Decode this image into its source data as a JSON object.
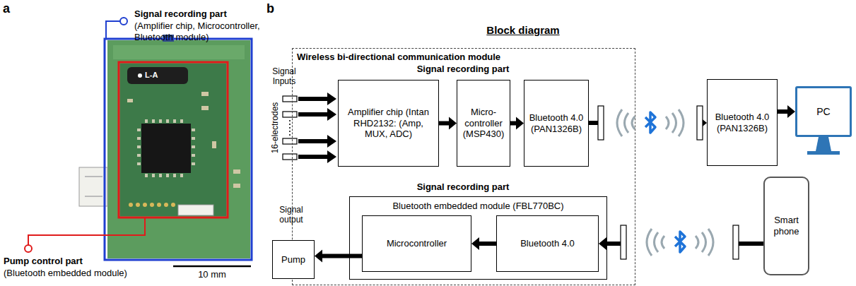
{
  "diagram": {
    "title": "Block diagram",
    "nodes": [
      {
        "text": [
          "Wireless bi-directional communication module"
        ]
      },
      {
        "text": [
          "Amplifier chip (Intan RHD2132: (Amp, MUX, ADC)"
        ],
        "in": 0
      },
      {
        "text": [
          "Micro-controller (MSP430)"
        ],
        "in": 0
      },
      {
        "text": [
          "Bluetooth 4.0 (PAN1326B)"
        ],
        "in": 0
      },
      {
        "text": [
          "Bluetooth 4.0 (PAN1326B)"
        ]
      },
      {
        "text": [
          "PC"
        ]
      },
      {
        "text": [
          "Bluetooth embedded module (FBL770BC)"
        ],
        "in": 0
      },
      {
        "text": [
          "Microcontroller"
        ],
        "in": 6
      },
      {
        "text": [
          "Bluetooth 4.0"
        ],
        "in": 6
      },
      {
        "text": [
          "Smart phone"
        ]
      },
      {
        "text": [
          "Pump"
        ]
      }
    ],
    "edges": [
      {
        "from": 1,
        "to": 2,
        "arrow": "to"
      },
      {
        "from": 2,
        "to": 3,
        "arrow": "to"
      },
      {
        "from": 3,
        "to": 4,
        "arrow": "to"
      },
      {
        "from": 4,
        "to": 5,
        "arrow": "to"
      },
      {
        "from": 9,
        "to": 8,
        "arrow": "to"
      },
      {
        "from": 8,
        "to": 7,
        "arrow": "to"
      },
      {
        "from": 7,
        "to": 10,
        "arrow": "to"
      }
    ],
    "labels": [
      "a",
      "Signal recording part",
      "(Amplifier chip, Microcontroller, Bluetooth module)",
      "L-A",
      "Pump control part",
      "(Bluetooth embedded module)",
      "10 mm",
      "b",
      "Signal recording part",
      "Signal recording part",
      "Signal Inputs",
      "16-electrodes",
      "Signal output"
    ]
  }
}
